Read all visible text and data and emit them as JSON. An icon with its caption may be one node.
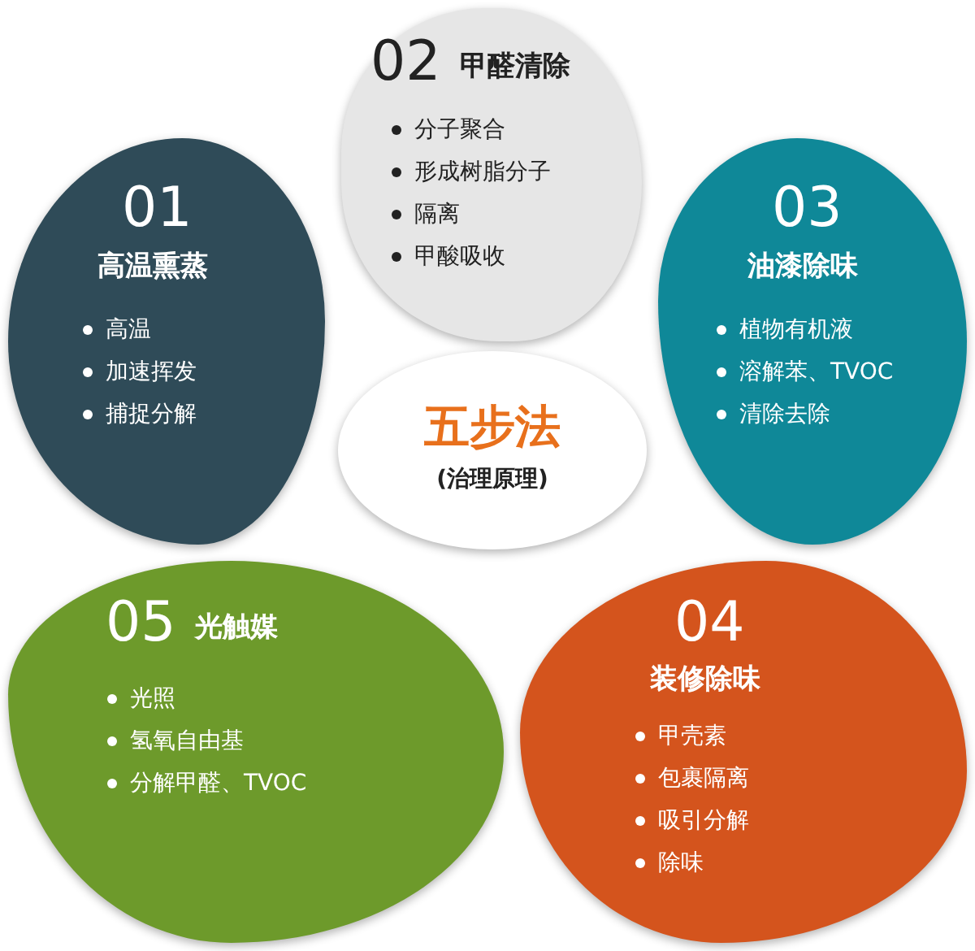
{
  "diagram": {
    "nodes": [
      {
        "text": [
          "01",
          "高温熏蒸",
          "高温",
          "加速挥发",
          "捕捉分解"
        ]
      },
      {
        "text": [
          "05",
          "光触媒",
          "光照",
          "氢氧自由基",
          "分解甲醛、TVOC"
        ]
      },
      {
        "text": [
          "02",
          "甲醛清除",
          "分子聚合",
          "形成树脂分子",
          "隔离",
          "甲酸吸收"
        ]
      },
      {
        "text": [
          "03",
          "油漆除味",
          "植物有机液",
          "溶解苯、TVOC",
          "清除去除"
        ]
      },
      {
        "text": [
          "04",
          "装修除味",
          "甲壳素",
          "包裹隔离",
          "吸引分解",
          "除味"
        ]
      },
      {
        "text": [
          "五步法",
          "(治理原理)"
        ]
      }
    ]
  }
}
